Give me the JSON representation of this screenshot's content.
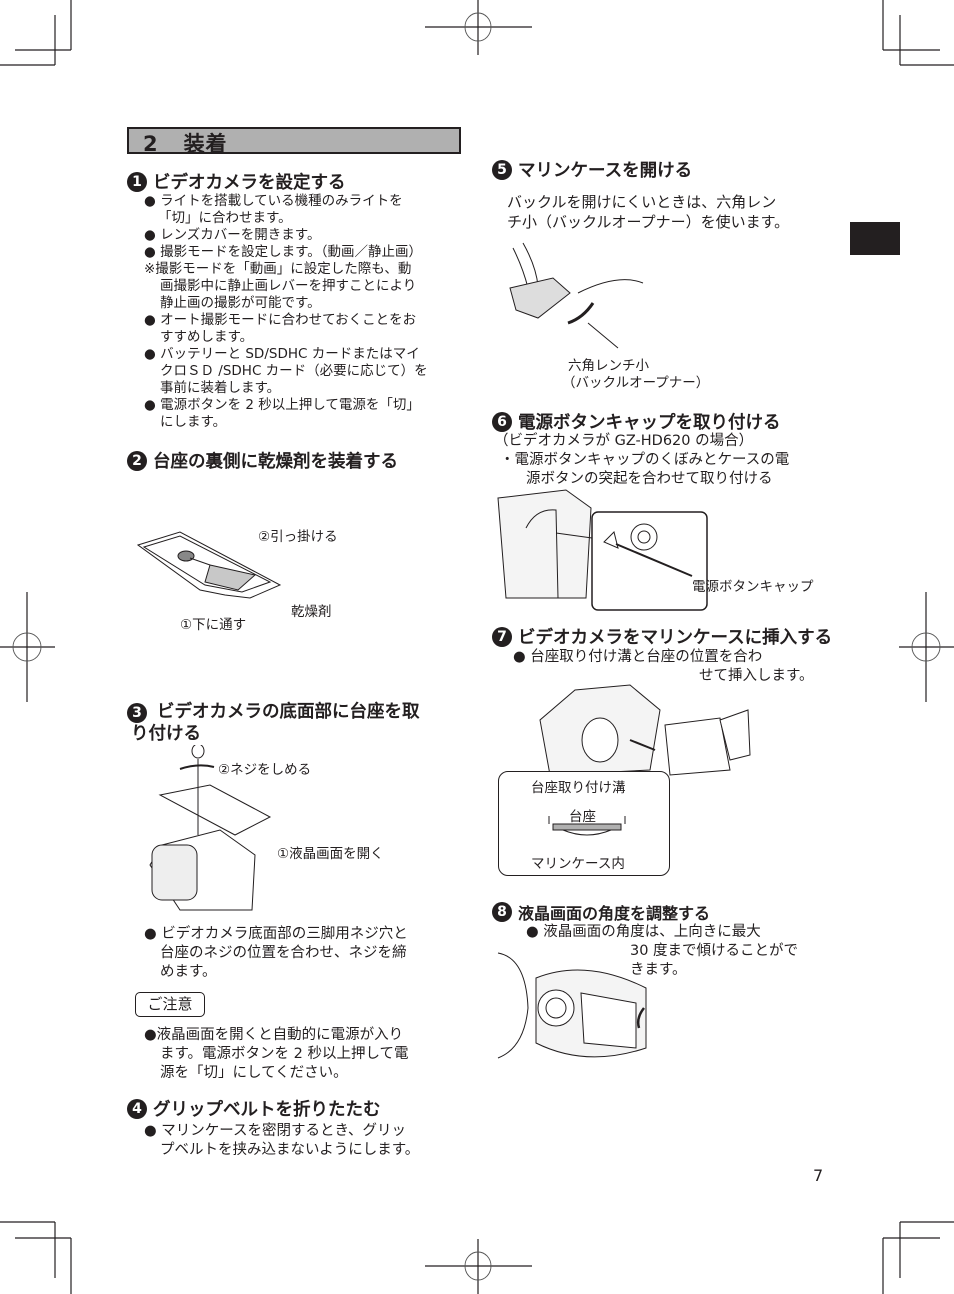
{
  "section": {
    "number": "2",
    "title": "装着"
  },
  "steps": [
    {
      "num": "1",
      "title": "ビデオカメラを設定する",
      "lines": [
        "● ライトを搭載している機種のみライトを",
        "「切」に合わせます。",
        "● レンズカバーを開きます。",
        "● 撮影モードを設定します。（動画／静止画）",
        "※撮影モードを「動画」に設定した際も、動",
        "画撮影中に静止画レバーを押すことにより",
        "静止画の撮影が可能です。",
        "● オート撮影モードに合わせておくことをお",
        "すすめします。",
        "● バッテリーと SD/SDHC カードまたはマイ",
        "クロＳＤ /SDHC カード（必要に応じて）を",
        "事前に装着します。",
        "● 電源ボタンを 2 秒以上押して電源を「切」",
        "にします。"
      ]
    },
    {
      "num": "2",
      "title": "台座の裏側に乾燥剤を装着する",
      "labels": {
        "hook": "②引っ掛ける",
        "desiccant": "乾燥剤",
        "pass_under": "①下に通す"
      }
    },
    {
      "num": "3",
      "title_line1": "ビデオカメラの底面部に台座を取",
      "title_line2": "り付ける",
      "labels": {
        "tighten": "②ネジをしめる",
        "open_lcd": "①液晶画面を開く"
      },
      "lines": [
        "● ビデオカメラ底面部の三脚用ネジ穴と",
        "台座のネジの位置を合わせ、ネジを締",
        "めます。"
      ],
      "caution_label": "ご注意",
      "caution_lines": [
        "●液晶画面を開くと自動的に電源が入り",
        "ます。電源ボタンを 2 秒以上押して電",
        "源を「切」にしてください。"
      ]
    },
    {
      "num": "4",
      "title": "グリップベルトを折りたたむ",
      "lines": [
        "● マリンケースを密閉するとき、グリッ",
        "プベルトを挟み込まないようにします。"
      ]
    },
    {
      "num": "5",
      "title": "マリンケースを開ける",
      "lines": [
        "バックルを開けにくいときは、六角レン",
        "チ小（バックルオープナー）を使います。"
      ],
      "labels": {
        "wrench_line1": "六角レンチ小",
        "wrench_line2": "（バックルオープナー）"
      }
    },
    {
      "num": "6",
      "title": "電源ボタンキャップを取り付ける",
      "subtitle": "（ビデオカメラが GZ-HD620 の場合）",
      "lines": [
        "・電源ボタンキャップのくぼみとケースの電",
        "源ボタンの突起を合わせて取り付ける"
      ],
      "labels": {
        "cap": "電源ボタンキャップ"
      }
    },
    {
      "num": "7",
      "title": "ビデオカメラをマリンケースに挿入する",
      "lines": [
        "● 台座取り付け溝と台座の位置を合わ",
        "せて挿入します。"
      ],
      "inset": {
        "groove": "台座取り付け溝",
        "base": "台座",
        "inside": "マリンケース内"
      }
    },
    {
      "num": "8",
      "title": "液晶画面の角度を調整する",
      "lines": [
        "● 液晶画面の角度は、上向きに最大",
        "30 度まで傾けることがで",
        "きます。"
      ]
    }
  ],
  "page_number": "7",
  "colors": {
    "ink": "#231f20",
    "header_fill": "#b0b0b0",
    "desiccant_fill": "#c8c8c8"
  }
}
